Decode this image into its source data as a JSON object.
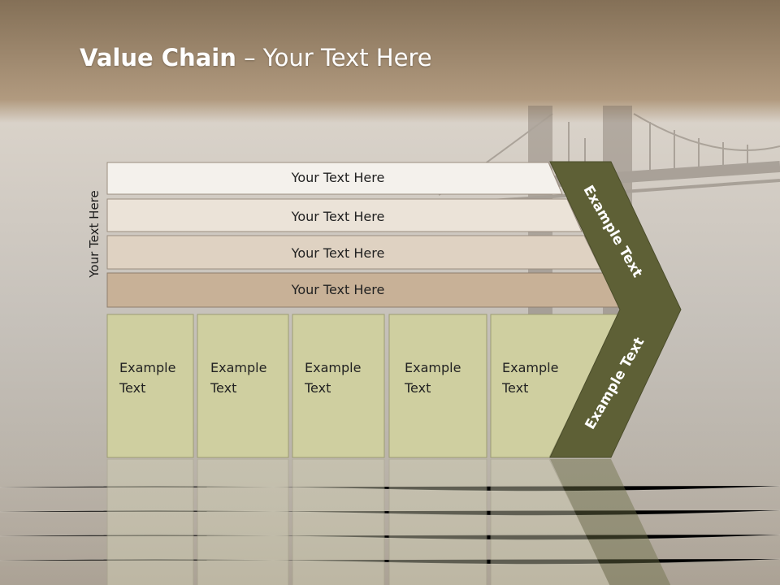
{
  "title": {
    "bold": "Value Chain",
    "rest": " – Your Text Here"
  },
  "side_label": "Your Text Here",
  "bars": [
    {
      "label": "Your Text Here",
      "color": "#f4f1ec"
    },
    {
      "label": "Your Text Here",
      "color": "#ebe3d8"
    },
    {
      "label": "Your Text Here",
      "color": "#dfd2c2"
    },
    {
      "label": "Your Text Here",
      "color": "#c8b197"
    }
  ],
  "boxes": [
    {
      "label": "Example Text"
    },
    {
      "label": "Example Text"
    },
    {
      "label": "Example Text"
    },
    {
      "label": "Example Text"
    },
    {
      "label": "Example Text"
    }
  ],
  "chevron": {
    "upper_label": "Example Text",
    "lower_label": "Example Text",
    "color": "#5e6036"
  },
  "colors": {
    "box_fill": "#cfcfa0",
    "header_band": "#a88d70"
  }
}
